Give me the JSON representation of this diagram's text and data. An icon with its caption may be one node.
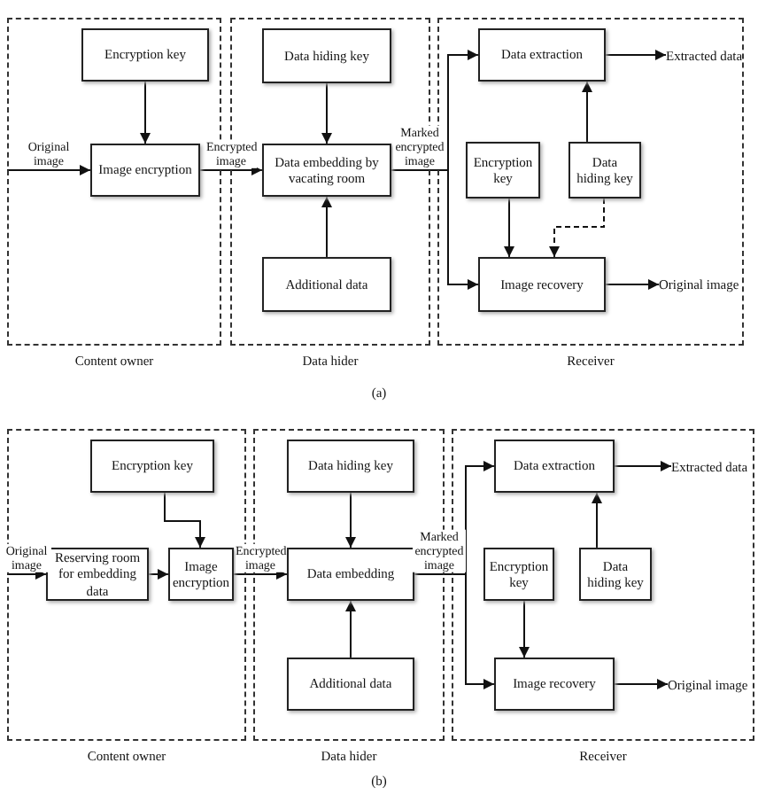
{
  "diagram": {
    "nodes": [
      {
        "text": [
          "Content owner"
        ]
      },
      {
        "text": [
          "Encryption key"
        ],
        "in": 0
      },
      {
        "text": [
          "Image encryption"
        ],
        "in": 0
      },
      {
        "text": [
          "Data hider"
        ]
      },
      {
        "text": [
          "Data hiding key"
        ],
        "in": 3
      },
      {
        "text": [
          "Data embedding by vacating room"
        ],
        "in": 3
      },
      {
        "text": [
          "Additional data"
        ],
        "in": 3
      },
      {
        "text": [
          "Receiver"
        ]
      },
      {
        "text": [
          "Data extraction"
        ],
        "in": 7
      },
      {
        "text": [
          "Encryption key"
        ],
        "in": 7
      },
      {
        "text": [
          "Data hiding key"
        ],
        "in": 7
      },
      {
        "text": [
          "Image recovery"
        ],
        "in": 7
      },
      {
        "text": [
          "Extracted data"
        ],
        "in": 7
      },
      {
        "text": [
          "Original image"
        ],
        "in": 7
      },
      {
        "text": [
          "Content owner"
        ]
      },
      {
        "text": [
          "Encryption key"
        ],
        "in": 14
      },
      {
        "text": [
          "Reserving room for embedding data"
        ],
        "in": 14
      },
      {
        "text": [
          "Image encryption"
        ],
        "in": 14
      },
      {
        "text": [
          "Data hider"
        ]
      },
      {
        "text": [
          "Data hiding key"
        ],
        "in": 18
      },
      {
        "text": [
          "Data embedding"
        ],
        "in": 18
      },
      {
        "text": [
          "Additional data"
        ],
        "in": 18
      },
      {
        "text": [
          "Receiver"
        ]
      },
      {
        "text": [
          "Data extraction"
        ],
        "in": 22
      },
      {
        "text": [
          "Encryption key"
        ],
        "in": 22
      },
      {
        "text": [
          "Data hiding key"
        ],
        "in": 22
      },
      {
        "text": [
          "Image recovery"
        ],
        "in": 22
      },
      {
        "text": [
          "Extracted data"
        ],
        "in": 22
      },
      {
        "text": [
          "Original image"
        ],
        "in": 22
      }
    ],
    "edges": [
      {
        "from": 1,
        "to": 2,
        "arrow": "to"
      },
      {
        "from": null,
        "to": 2,
        "arrow": "to",
        "label": "Original image"
      },
      {
        "from": 2,
        "to": 5,
        "arrow": "to",
        "label": "Encrypted image"
      },
      {
        "from": 4,
        "to": 5,
        "arrow": "to"
      },
      {
        "from": 6,
        "to": 5,
        "arrow": "to"
      },
      {
        "from": 5,
        "to": 8,
        "arrow": "to",
        "label": "Marked encrypted image"
      },
      {
        "from": 5,
        "to": 11,
        "arrow": "to"
      },
      {
        "from": 8,
        "to": 12,
        "arrow": "to"
      },
      {
        "from": 10,
        "to": 8,
        "arrow": "to"
      },
      {
        "from": 9,
        "to": 11,
        "arrow": "to"
      },
      {
        "from": 10,
        "to": 11,
        "arrow": "to",
        "style": "dashed"
      },
      {
        "from": 11,
        "to": 13,
        "arrow": "to"
      },
      {
        "from": 15,
        "to": 17,
        "arrow": "to"
      },
      {
        "from": null,
        "to": 16,
        "arrow": "to",
        "label": "Original image"
      },
      {
        "from": 16,
        "to": 17,
        "arrow": "to"
      },
      {
        "from": 17,
        "to": 20,
        "arrow": "to",
        "label": "Encrypted image"
      },
      {
        "from": 19,
        "to": 20,
        "arrow": "to"
      },
      {
        "from": 21,
        "to": 20,
        "arrow": "to"
      },
      {
        "from": 20,
        "to": 23,
        "arrow": "to",
        "label": "Marked encrypted image"
      },
      {
        "from": 20,
        "to": 26,
        "arrow": "to"
      },
      {
        "from": 23,
        "to": 27,
        "arrow": "to"
      },
      {
        "from": 25,
        "to": 23,
        "arrow": "to"
      },
      {
        "from": 24,
        "to": 26,
        "arrow": "to"
      },
      {
        "from": 26,
        "to": 28,
        "arrow": "to"
      }
    ],
    "labels": [
      "(a)",
      "(b)"
    ]
  }
}
